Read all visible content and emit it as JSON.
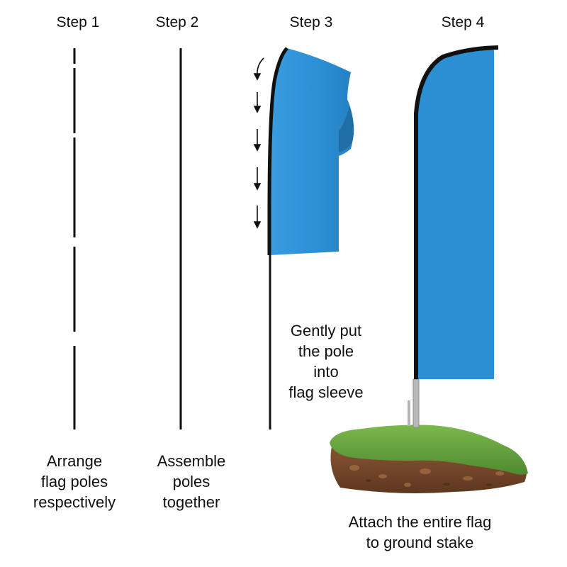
{
  "steps": [
    {
      "title": "Step 1",
      "caption": "Arrange\nflag poles\nrespectively"
    },
    {
      "title": "Step 2",
      "caption": "Assemble\npoles\ntogether"
    },
    {
      "title": "Step 3",
      "caption": "Gently put\nthe pole\ninto\nflag sleeve"
    },
    {
      "title": "Step 4",
      "caption": "Attach the entire flag\nto ground stake"
    }
  ],
  "colors": {
    "flag_blue": "#2b8fd4",
    "flag_shadow": "#1f6ea8",
    "pole": "#111111",
    "grass": "#6aa640",
    "soil": "#7a4a2a",
    "stake": "#b5b5b5"
  }
}
